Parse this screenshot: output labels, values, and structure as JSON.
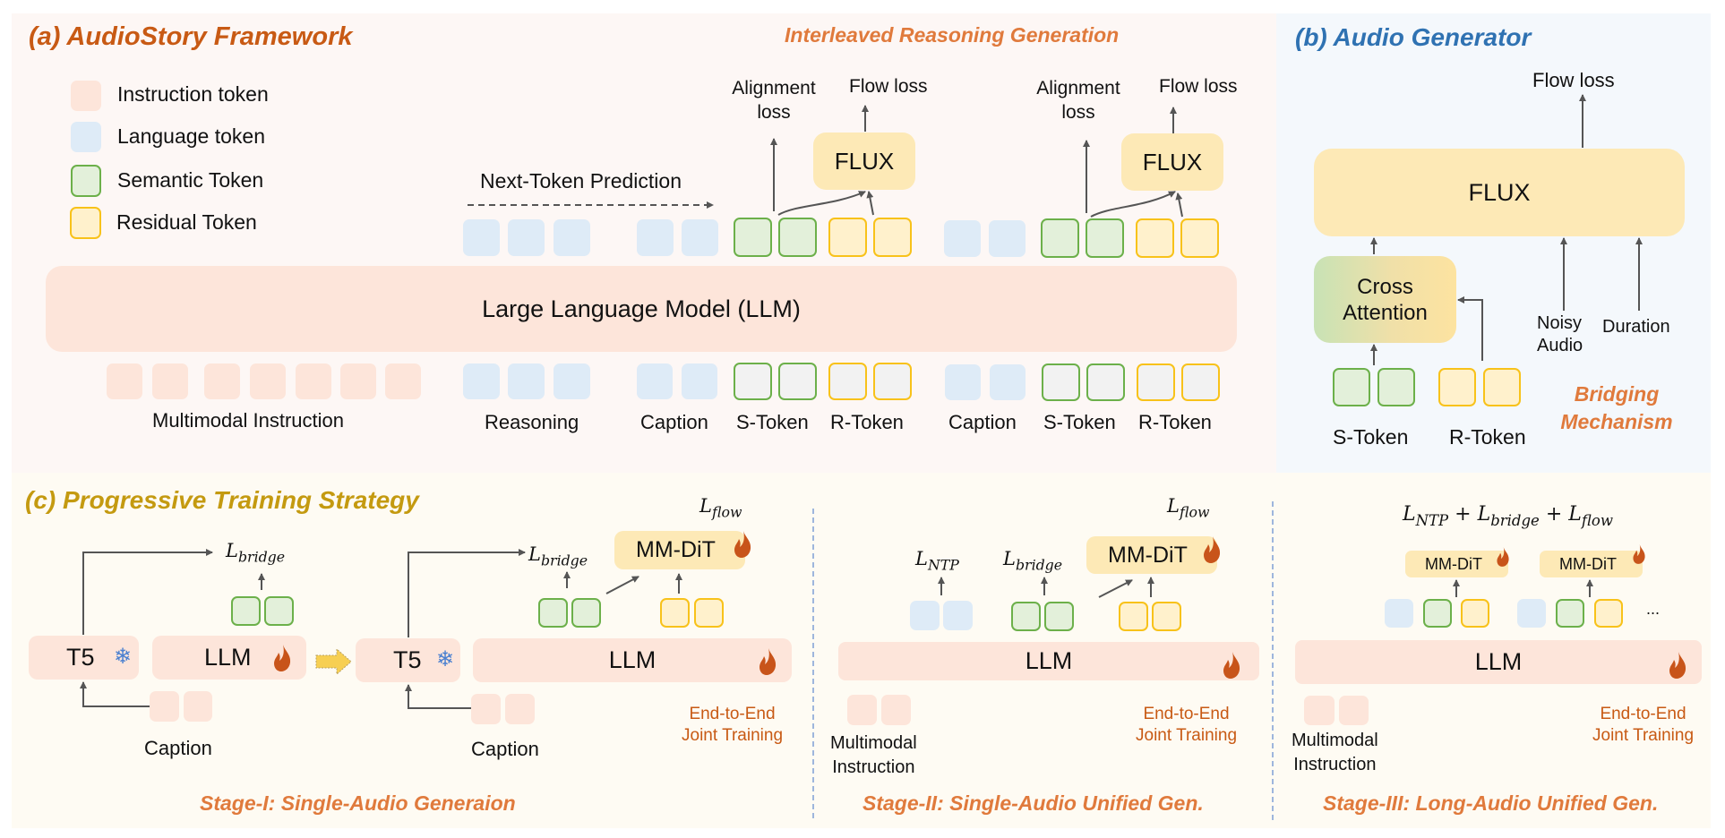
{
  "panel_a": {
    "title": "(a) AudioStory Framework",
    "subtitle": "Interleaved Reasoning Generation",
    "legend": [
      {
        "label": "Instruction token",
        "kind": "instruction"
      },
      {
        "label": "Language token",
        "kind": "language"
      },
      {
        "label": "Semantic Token",
        "kind": "semantic"
      },
      {
        "label": "Residual Token",
        "kind": "residual"
      }
    ],
    "next_token_label": "Next-Token Prediction",
    "llm_label": "Large Language Model (LLM)",
    "outputs": [
      {
        "alignment_label_1": "Alignment",
        "alignment_label_2": "loss",
        "flow_label": "Flow loss",
        "flux_label": "FLUX"
      },
      {
        "alignment_label_1": "Alignment",
        "alignment_label_2": "loss",
        "flow_label": "Flow loss",
        "flux_label": "FLUX"
      }
    ],
    "input_labels": [
      "Multimodal Instruction",
      "Reasoning",
      "Caption",
      "S-Token",
      "R-Token",
      "Caption",
      "S-Token",
      "R-Token"
    ]
  },
  "panel_b": {
    "title": "(b) Audio Generator",
    "flow_loss": "Flow loss",
    "flux_label": "FLUX",
    "cross_attention_1": "Cross",
    "cross_attention_2": "Attention",
    "noisy_1": "Noisy",
    "noisy_2": "Audio",
    "duration": "Duration",
    "s_token": "S-Token",
    "r_token": "R-Token",
    "bridging_1": "Bridging",
    "bridging_2": "Mechanism"
  },
  "panel_c": {
    "title": "(c) Progressive Training Strategy",
    "stage1": {
      "t5_label": "T5",
      "llm_label": "LLM",
      "l_bridge_base": "L",
      "l_bridge_sub": "bridge",
      "l_flow_base": "L",
      "l_flow_sub": "flow",
      "mmdit_label": "MM-DiT",
      "caption": "Caption",
      "e2e_1": "End-to-End",
      "e2e_2": "Joint Training",
      "stage_title": "Stage-I: Single-Audio Generaion"
    },
    "stage2": {
      "l_ntp_base": "L",
      "l_ntp_sub": "NTP",
      "l_bridge_base": "L",
      "l_bridge_sub": "bridge",
      "l_flow_base": "L",
      "l_flow_sub": "flow",
      "mmdit_label": "MM-DiT",
      "llm_label": "LLM",
      "instr_1": "Multimodal",
      "instr_2": "Instruction",
      "e2e_1": "End-to-End",
      "e2e_2": "Joint Training",
      "stage_title": "Stage-II: Single-Audio Unified Gen."
    },
    "stage3": {
      "loss_ntp_sub": "NTP",
      "loss_bridge_sub": "bridge",
      "loss_flow_sub": "flow",
      "loss_base": "L",
      "plus": "+",
      "mmdit_label": "MM-DiT",
      "ellipsis": "...",
      "llm_label": "LLM",
      "instr_1": "Multimodal",
      "instr_2": "Instruction",
      "e2e_1": "End-to-End",
      "e2e_2": "Joint Training",
      "stage_title": "Stage-III: Long-Audio Unified Gen."
    }
  },
  "colors": {
    "instruction": "#fde5da",
    "language": "#deebf7",
    "semantic_border": "#6cb04a",
    "residual_border": "#f8c21a",
    "flux": "#fde9b6",
    "title_a": "#c85a14",
    "title_b": "#2f72b2",
    "title_c": "#c49a10",
    "accent": "#e07a3c",
    "arrow": "#555555"
  }
}
